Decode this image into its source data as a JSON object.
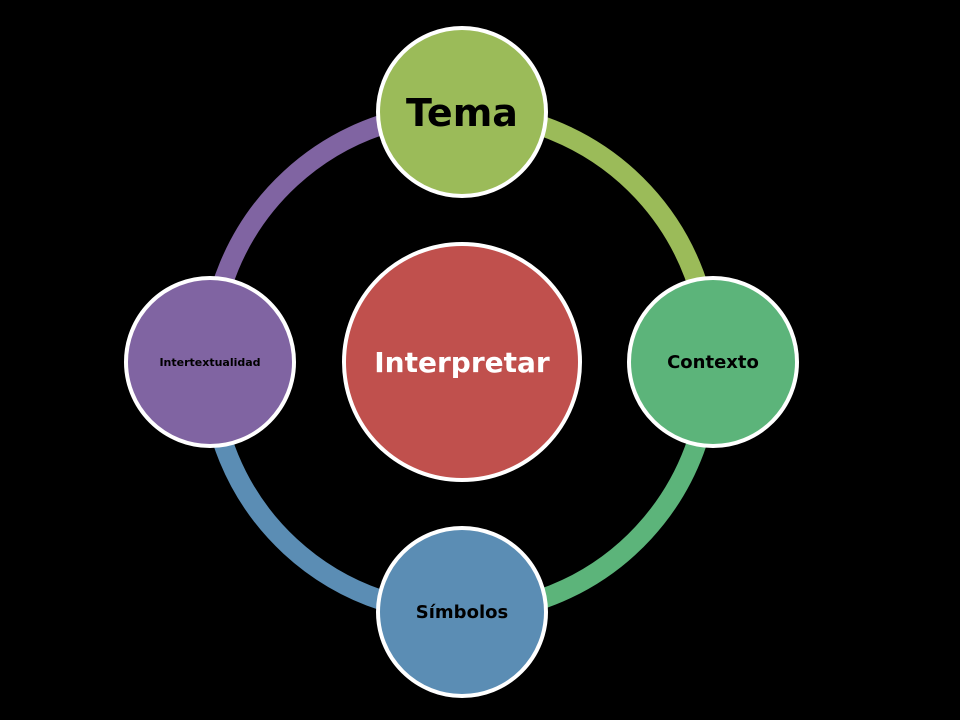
{
  "diagram": {
    "background_color": "#000000",
    "ring_colors": {
      "tema_to_contexto": "#9bbb59",
      "contexto_to_simbolos": "#5cb47a",
      "simbolos_to_intertextualidad": "#5b8db4",
      "intertextualidad_to_tema": "#8064a2"
    },
    "center": {
      "label": "Interpretar",
      "color": "#c0504d"
    },
    "nodes": [
      {
        "id": "tema",
        "label": "Tema",
        "color": "#9bbb59"
      },
      {
        "id": "contexto",
        "label": "Contexto",
        "color": "#5cb47a"
      },
      {
        "id": "simbolos",
        "label": "Símbolos",
        "color": "#5b8db4"
      },
      {
        "id": "intertextualidad",
        "label": "Intertextualidad",
        "color": "#8064a2"
      }
    ]
  }
}
